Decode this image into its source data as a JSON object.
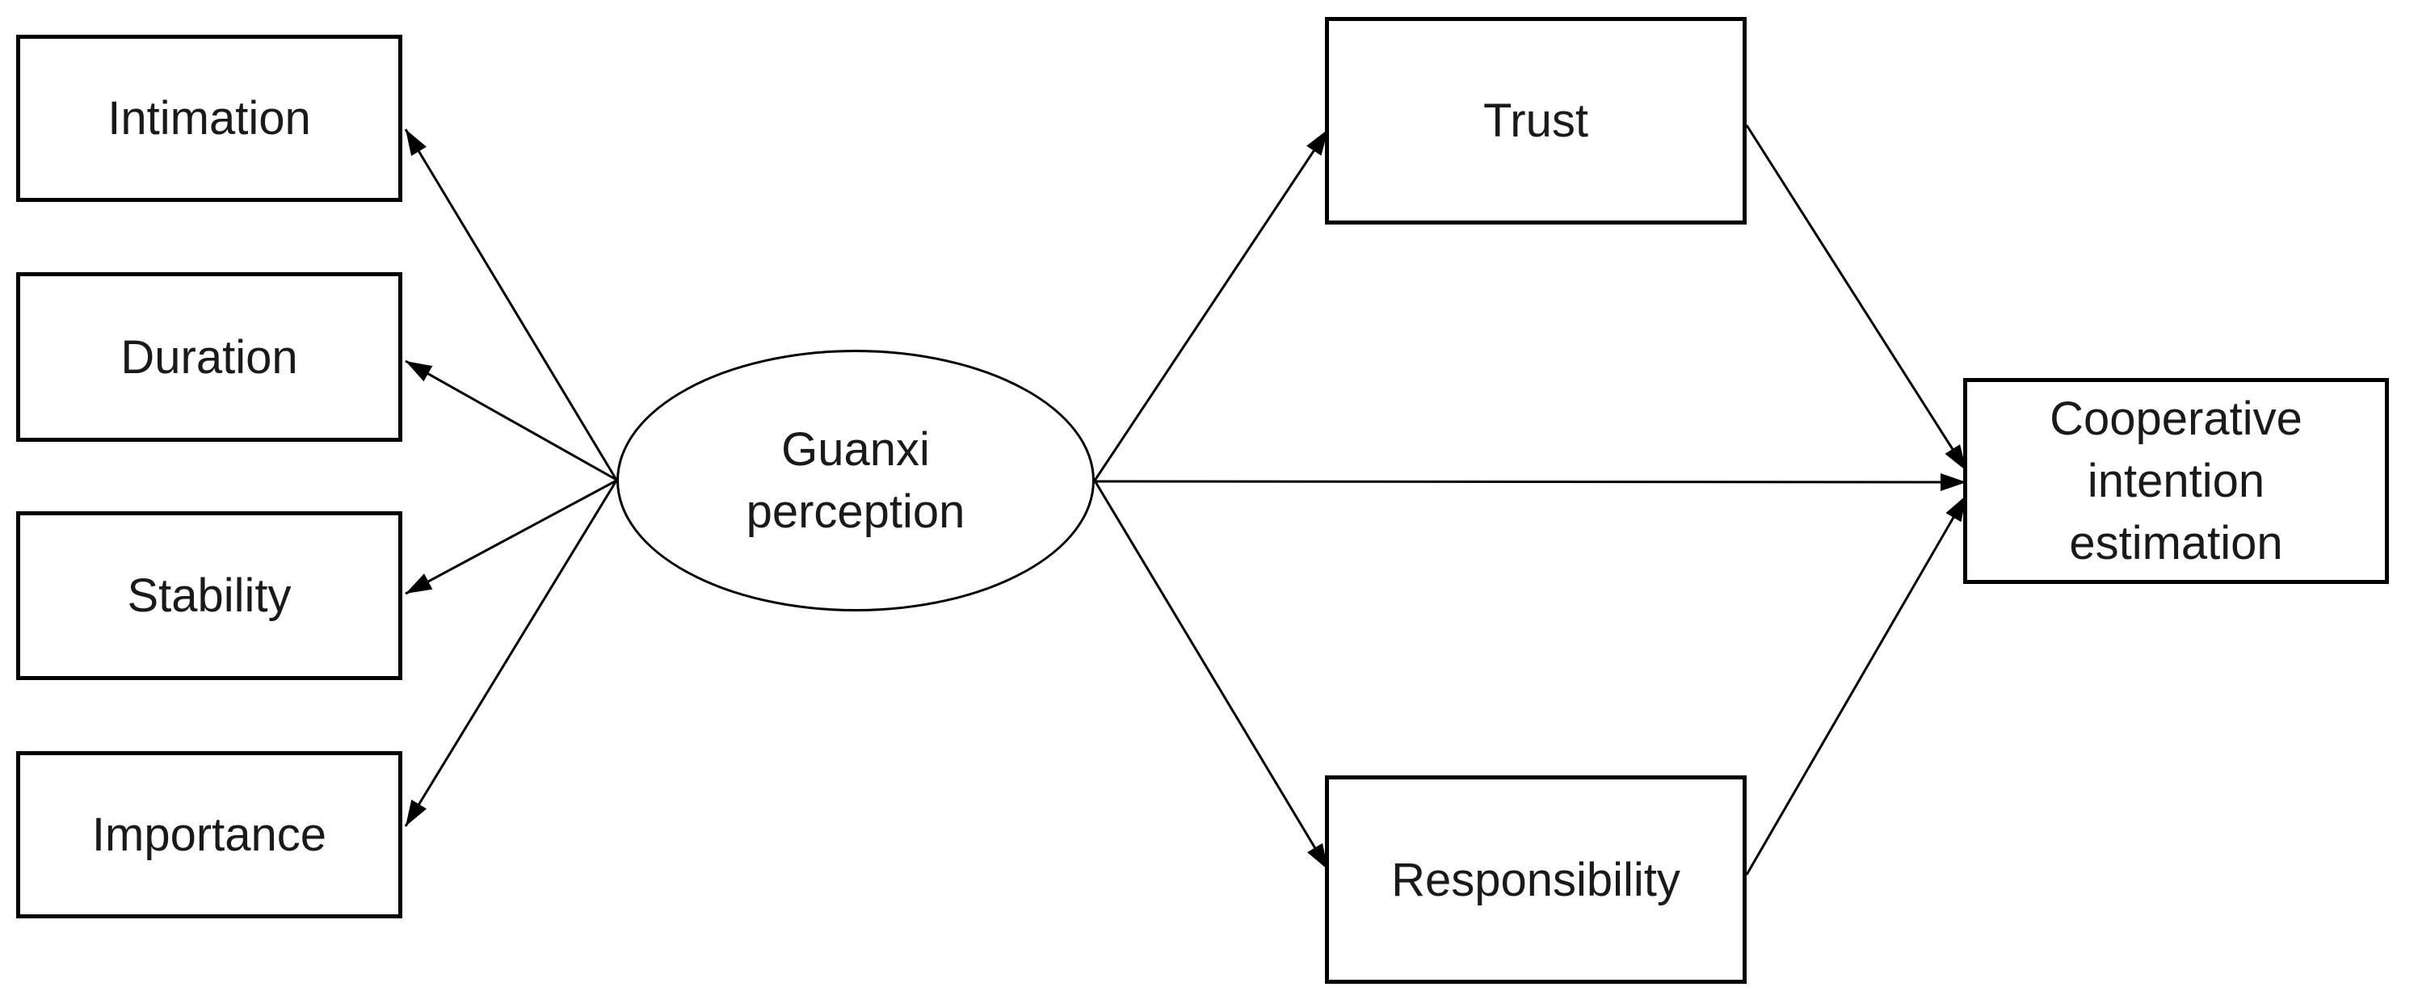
{
  "figure": {
    "background_color": "#ffffff",
    "line_color": "#000000",
    "text_color": "#1a1a1a"
  },
  "diagram": {
    "type": "path-diagram",
    "nodes": {
      "intimation": {
        "label": "Intimation",
        "shape": "rectangle"
      },
      "duration": {
        "label": "Duration",
        "shape": "rectangle"
      },
      "stability": {
        "label": "Stability",
        "shape": "rectangle"
      },
      "importance": {
        "label": "Importance",
        "shape": "rectangle"
      },
      "guanxi": {
        "label": "Guanxi perception",
        "lines": [
          "Guanxi",
          "perception"
        ],
        "shape": "ellipse"
      },
      "trust": {
        "label": "Trust",
        "shape": "rectangle"
      },
      "responsibility": {
        "label": "Responsibility",
        "shape": "rectangle"
      },
      "cooperative": {
        "label": "Cooperative intention estimation",
        "lines": [
          "Cooperative",
          "intention",
          "estimation"
        ],
        "shape": "rectangle"
      }
    },
    "edges": [
      {
        "from": "guanxi",
        "to": "intimation",
        "arrow": "to"
      },
      {
        "from": "guanxi",
        "to": "duration",
        "arrow": "to"
      },
      {
        "from": "guanxi",
        "to": "stability",
        "arrow": "to"
      },
      {
        "from": "guanxi",
        "to": "importance",
        "arrow": "to"
      },
      {
        "from": "guanxi",
        "to": "trust",
        "arrow": "to"
      },
      {
        "from": "guanxi",
        "to": "cooperative",
        "arrow": "to"
      },
      {
        "from": "guanxi",
        "to": "responsibility",
        "arrow": "to"
      },
      {
        "from": "trust",
        "to": "cooperative",
        "arrow": "to"
      },
      {
        "from": "responsibility",
        "to": "cooperative",
        "arrow": "to"
      }
    ]
  }
}
